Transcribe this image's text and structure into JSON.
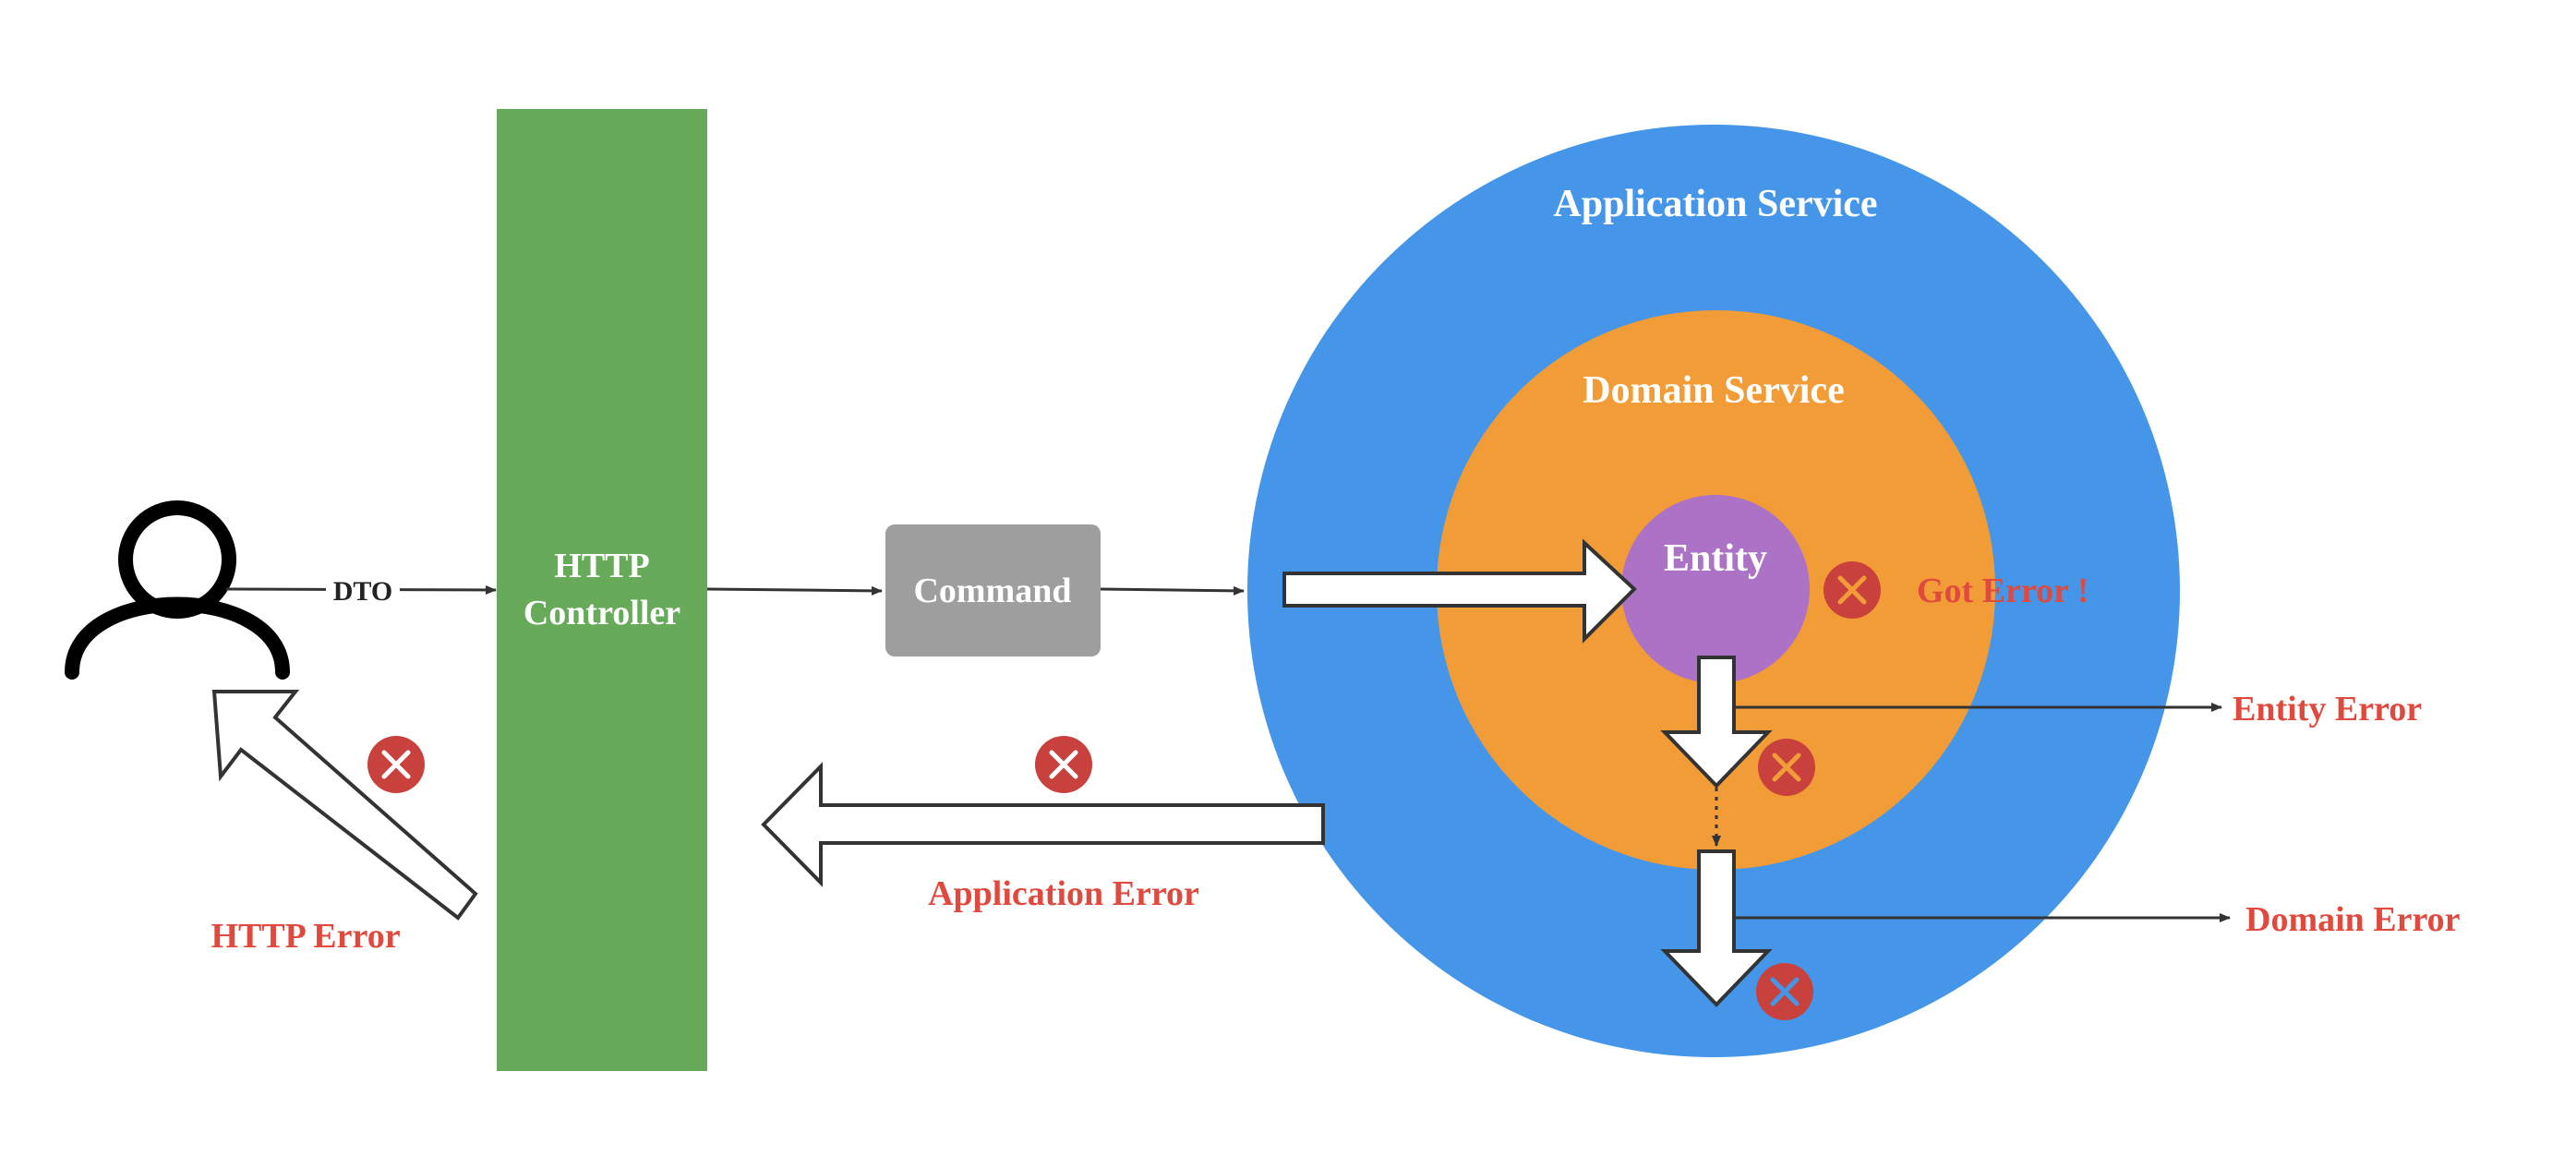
{
  "colors": {
    "controller": "#67ab5a",
    "command": "#9e9e9e",
    "application": "#4596e8",
    "domain": "#f29c38",
    "entity": "#ac72c6",
    "error_text": "#e04a3e",
    "error_badge": "#c8413d",
    "badge_x_orange": "#f29c38",
    "badge_x_blue": "#4596e8",
    "badge_x_white": "#ffffff",
    "white": "#ffffff",
    "stroke": "#333333"
  },
  "labels": {
    "dto": "DTO",
    "controller_line1": "HTTP",
    "controller_line2": "Controller",
    "command": "Command",
    "application_service": "Application Service",
    "domain_service": "Domain Service",
    "entity": "Entity",
    "got_error": "Got Error !",
    "entity_error": "Entity Error",
    "domain_error": "Domain Error",
    "application_error": "Application Error",
    "http_error": "HTTP Error"
  },
  "icons": {
    "user": "user-icon",
    "error_badge": "error-x-icon"
  }
}
